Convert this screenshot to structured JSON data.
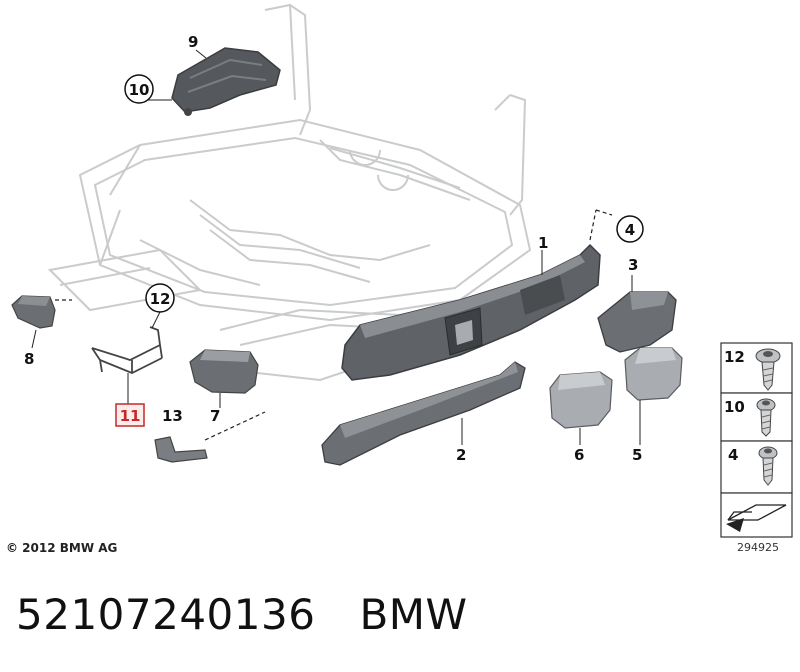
{
  "callouts": [
    "1",
    "2",
    "3",
    "4",
    "5",
    "6",
    "7",
    "8",
    "9",
    "10",
    "11",
    "12",
    "13"
  ],
  "legend": {
    "items": [
      "12",
      "10",
      "4"
    ]
  },
  "copyright": "© 2012 BMW AG",
  "diagram_number": "294925",
  "footer": {
    "part_number": "52107240136",
    "brand": "BMW"
  },
  "colors": {
    "highlight": "#c62828",
    "part_fill": "#6b6e73",
    "frame_stroke": "#c9cbcd"
  }
}
